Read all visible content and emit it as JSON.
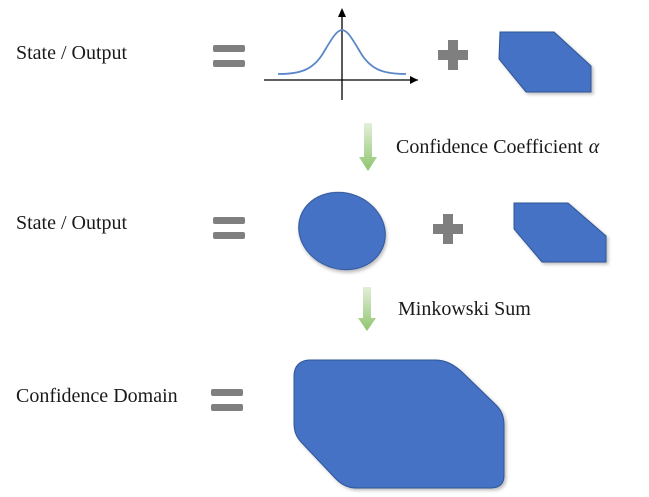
{
  "rows": [
    {
      "label": "State / Output"
    },
    {
      "label": "State / Output"
    },
    {
      "label": "Confidence Domain"
    }
  ],
  "steps": [
    {
      "label": "Confidence Coefficient",
      "symbol": "α"
    },
    {
      "label": "Minkowski Sum"
    }
  ],
  "colors": {
    "shape_fill": "#4472c4",
    "shape_stroke": "#2f5597",
    "operator_gray": "#7f7f7f",
    "arrow_green": "#a9d18e",
    "curve": "#5b87c9",
    "axis": "#000000"
  }
}
